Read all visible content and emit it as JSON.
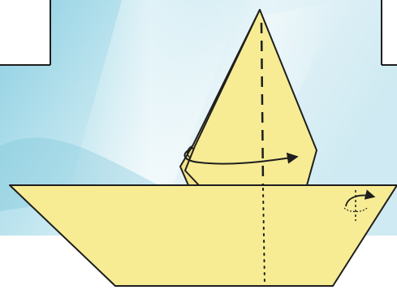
{
  "diagram": {
    "subject": "origami-sailboat-folding-step",
    "colors": {
      "paper_fill": "#f7ec94",
      "outline": "#1e1e1e",
      "sky_light": "#eef8fb",
      "sky_mid": "#a9dbe9",
      "sky_dark": "#6cbcd3",
      "page_white": "#ffffff"
    },
    "elements": {
      "sail": {
        "icon": "kite-shaped-sail"
      },
      "hull": {
        "icon": "trapezoid-hull"
      },
      "center_fold_line": {
        "style": "dashed",
        "meaning": "valley-fold"
      },
      "hull_fold_line": {
        "style": "dotted",
        "meaning": "mountain-fold"
      },
      "sail_fold_arrow": {
        "icon": "curved-fold-arrow",
        "direction": "right"
      },
      "hull_fold_arrow": {
        "icon": "small-turn-over-arrow",
        "direction": "right"
      }
    }
  }
}
